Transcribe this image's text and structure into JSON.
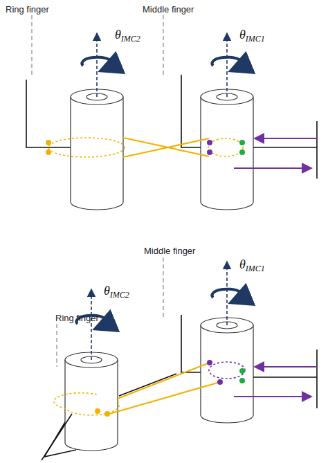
{
  "diagram": {
    "labels": [
      "Ring finger",
      "Middle finger",
      "θIMC2",
      "θIMC1",
      "Middle finger",
      "θIMC1",
      "θIMC2",
      "Ring finger"
    ]
  }
}
